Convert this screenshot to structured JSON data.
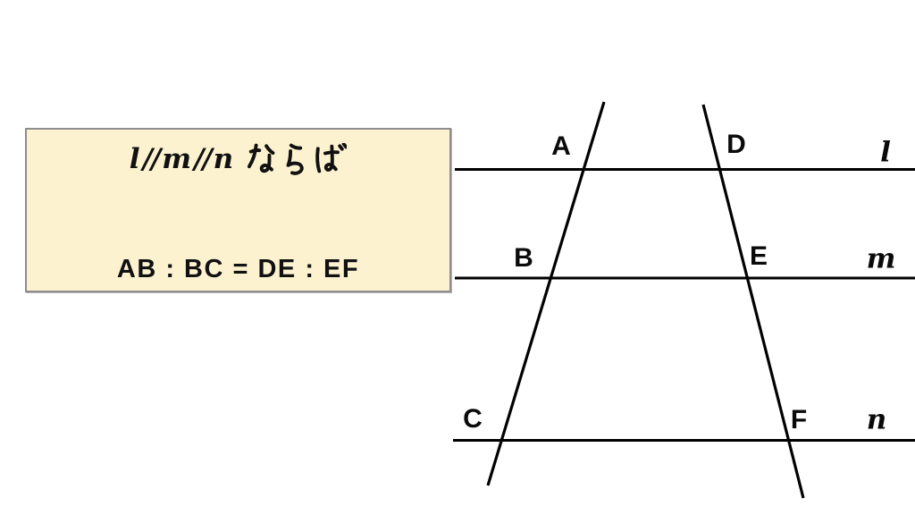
{
  "page": {
    "background_color": "#FFFFFF"
  },
  "theorem_box": {
    "bg_color": "#FDF2D0",
    "border_color": "#8D8D8D",
    "condition": {
      "l": "l",
      "sep1": "//",
      "m": "m",
      "sep2": "//",
      "n": "n",
      "suffix": "ならば"
    },
    "conclusion": "AB : BC = DE : EF"
  },
  "diagram": {
    "type": "parallel-lines-with-transversals",
    "line_color": "#000000",
    "parallel_lines": [
      {
        "label": "l"
      },
      {
        "label": "m"
      },
      {
        "label": "n"
      }
    ],
    "points": [
      {
        "label": "A",
        "on_line": "l"
      },
      {
        "label": "B",
        "on_line": "m"
      },
      {
        "label": "C",
        "on_line": "n"
      },
      {
        "label": "D",
        "on_line": "l"
      },
      {
        "label": "E",
        "on_line": "m"
      },
      {
        "label": "F",
        "on_line": "n"
      }
    ]
  }
}
